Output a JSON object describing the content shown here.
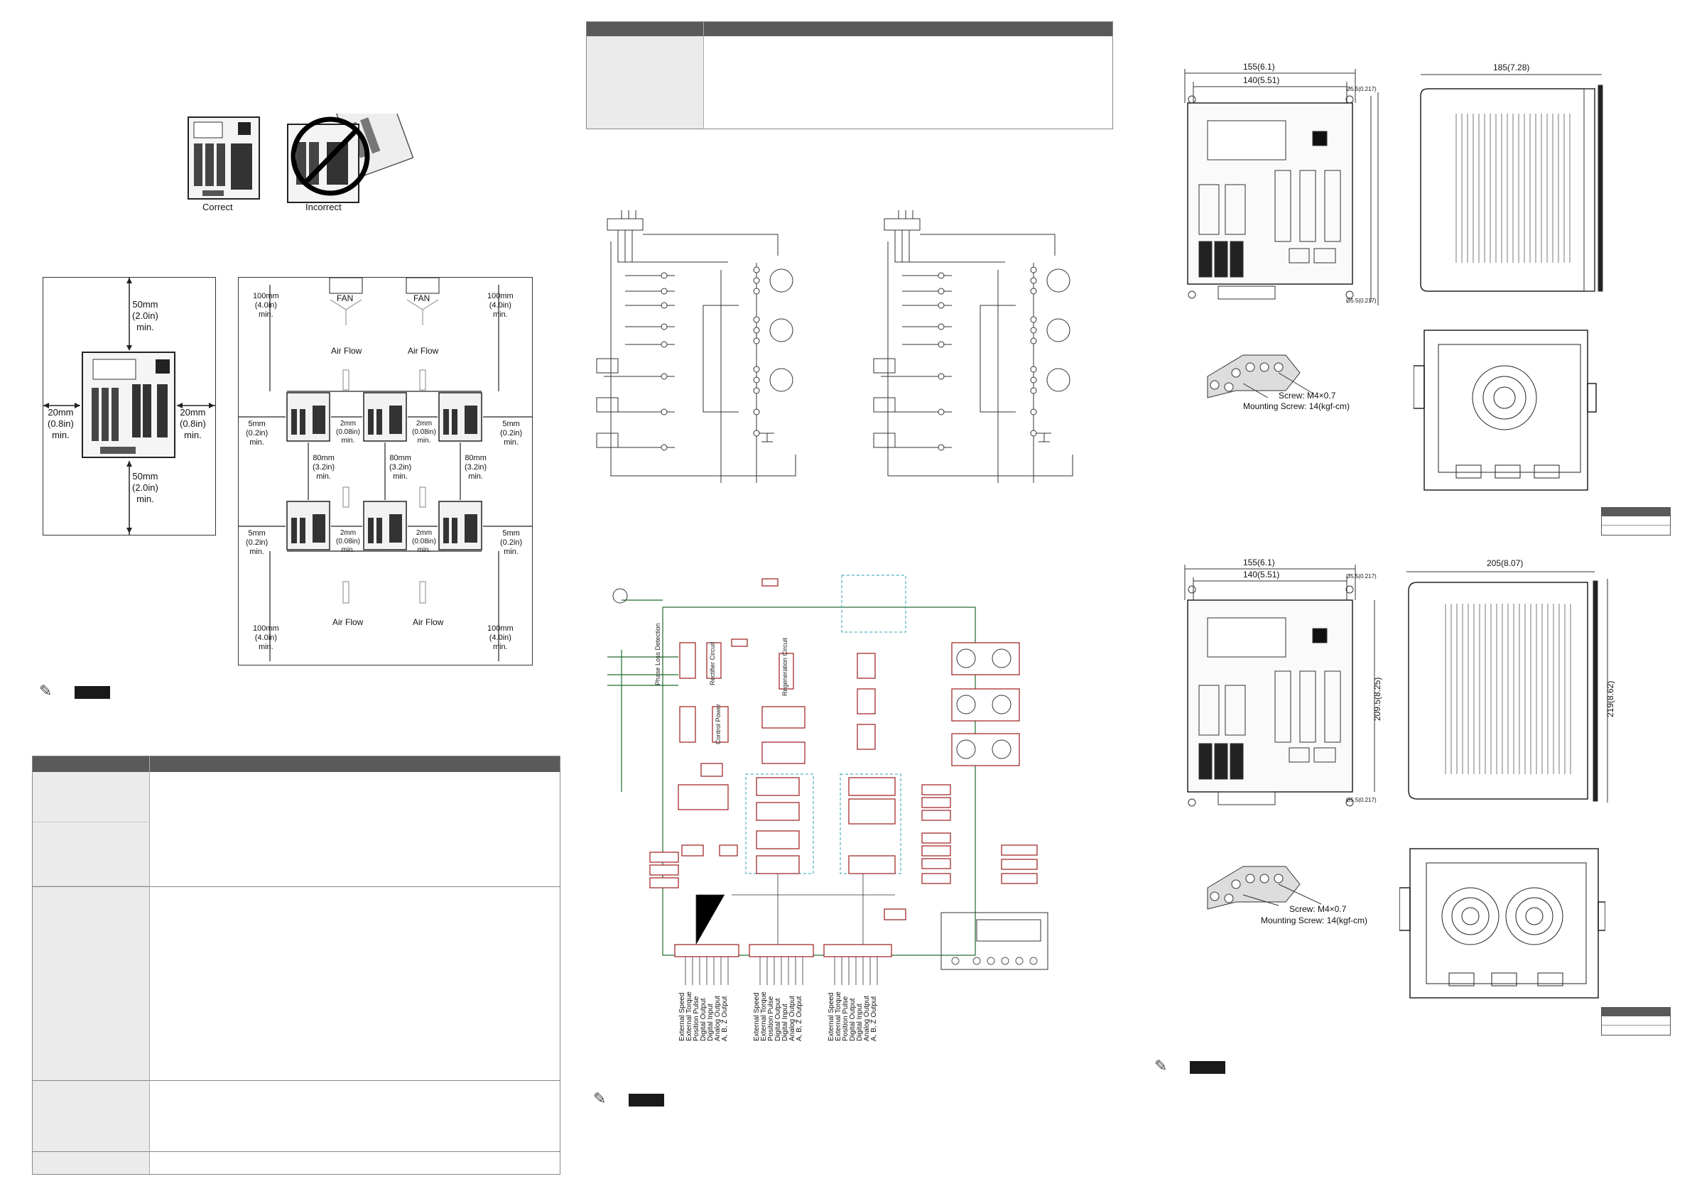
{
  "orientation": {
    "correct_label": "Correct",
    "incorrect_label": "Incorrect"
  },
  "clearance_single": {
    "top": [
      "50mm",
      "(2.0in)",
      "min."
    ],
    "bottom": [
      "50mm",
      "(2.0in)",
      "min."
    ],
    "left": [
      "20mm",
      "(0.8in)",
      "min."
    ],
    "right": [
      "20mm",
      "(0.8in)",
      "min."
    ]
  },
  "clearance_multi": {
    "fan_label": "FAN",
    "air_flow_label": "Air Flow",
    "top_left": [
      "100mm",
      "(4.0in)",
      "min."
    ],
    "top_right": [
      "100mm",
      "(4.0in)",
      "min."
    ],
    "bottom_left": [
      "100mm",
      "(4.0in)",
      "min."
    ],
    "bottom_right": [
      "100mm",
      "(4.0in)",
      "min."
    ],
    "side": [
      "5mm",
      "(0.2in)",
      "min."
    ],
    "gap": [
      "2mm",
      "(0.08in)",
      "min."
    ],
    "vertical": [
      "80mm",
      "(3.2in)",
      "min."
    ]
  },
  "block_diagram": {
    "phase_loss": "Phase Loss Detection",
    "rectifier": "Rectifier Circuit",
    "regeneration": "Regeneration Circuit",
    "control_power": "Control Power",
    "bottom_labels": [
      "External Speed",
      "External Torque",
      "Position Pulse",
      "Digital Output",
      "Digital Input",
      "Analog Output",
      "A, B, Z Output"
    ]
  },
  "dims_small": {
    "width_outer": "155(6.1)",
    "width_inner": "140(5.51)",
    "depth": "185(7.28)",
    "hole_top": "Ø5.5(0.217)",
    "hole_bottom": "Ø5.5(0.217)",
    "screw": "Screw: M4×0.7",
    "mounting": "Mounting Screw: 14(kgf-cm)"
  },
  "dims_large": {
    "width_outer": "155(6.1)",
    "width_inner": "140(5.51)",
    "depth": "205(8.07)",
    "height_inner": "209.5(8.25)",
    "height_outer": "219(8.62)",
    "hole_top": "Ø5.5(0.217)",
    "hole_bottom": "Ø5.5(0.217)",
    "screw": "Screw: M4×0.7",
    "mounting": "Mounting Screw: 14(kgf-cm)"
  }
}
